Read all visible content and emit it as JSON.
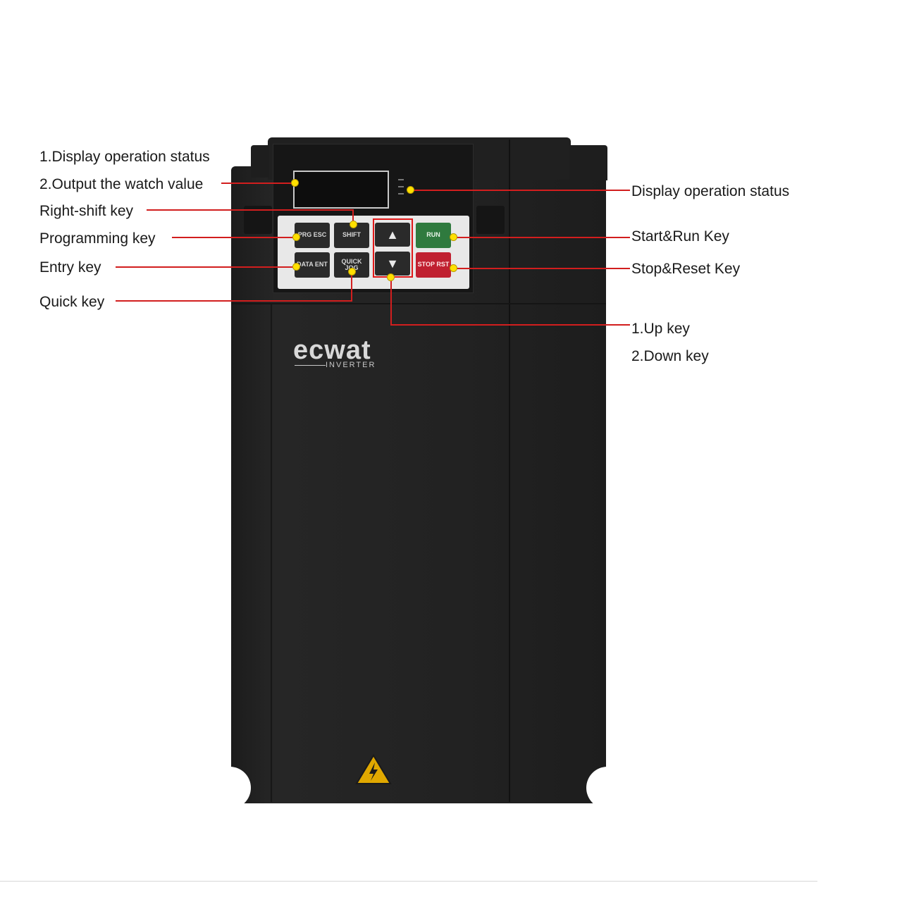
{
  "labels_left": [
    "1.Display operation status",
    "2.Output the watch value",
    "Right-shift key",
    "Programming key",
    "Entry key",
    "Quick key"
  ],
  "labels_right": [
    "Display operation status",
    "Start&Run Key",
    "Stop&Reset Key",
    "1.Up key",
    "2.Down key"
  ],
  "keys": {
    "prg": "PRG ESC",
    "shift": "SHIFT",
    "data": "DATA ENT",
    "quick": "QUICK JOG",
    "run": "RUN",
    "stop": "STOP RST",
    "up": "▲",
    "down": "▼"
  },
  "brand": {
    "name": "ecwat",
    "sub": "INVERTER"
  },
  "colors": {
    "leader": "#d21e1e",
    "dot": "#ffe000",
    "device": "#222222",
    "run_key": "#2f7a3e",
    "stop_key": "#c02030"
  },
  "icons": [
    "warning-triangle-icon"
  ]
}
